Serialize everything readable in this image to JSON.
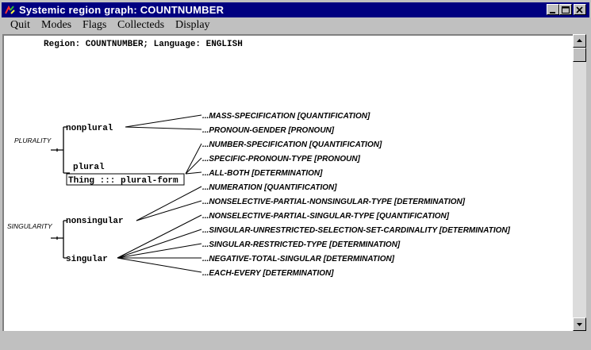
{
  "window": {
    "title": "Systemic region graph: COUNTNUMBER"
  },
  "menu": [
    "Quit",
    "Modes",
    "Flags",
    "Collecteds",
    "Display"
  ],
  "header": {
    "text": "Region: COUNTNUMBER; Language: ENGLISH"
  },
  "systems": {
    "plurality": {
      "name": "PLURALITY",
      "features": {
        "nonplural": "nonplural",
        "plural": "plural"
      },
      "realization": "Thing ::: plural-form"
    },
    "singularity": {
      "name": "SINGULARITY",
      "features": {
        "nonsingular": "nonsingular",
        "singular": "singular"
      }
    }
  },
  "targets": [
    "...MASS-SPECIFICATION [QUANTIFICATION]",
    "...PRONOUN-GENDER [PRONOUN]",
    "...NUMBER-SPECIFICATION [QUANTIFICATION]",
    "...SPECIFIC-PRONOUN-TYPE [PRONOUN]",
    "...ALL-BOTH [DETERMINATION]",
    "...NUMERATION [QUANTIFICATION]",
    "...NONSELECTIVE-PARTIAL-NONSINGULAR-TYPE [DETERMINATION]",
    "...NONSELECTIVE-PARTIAL-SINGULAR-TYPE [QUANTIFICATION]",
    "...SINGULAR-UNRESTRICTED-SELECTION-SET-CARDINALITY [DETERMINATION]",
    "...SINGULAR-RESTRICTED-TYPE [DETERMINATION]",
    "...NEGATIVE-TOTAL-SINGULAR [DETERMINATION]",
    "...EACH-EVERY [DETERMINATION]"
  ],
  "icons": {
    "app": "app-icon",
    "minimize": "minimize-icon",
    "maximize": "maximize-icon",
    "close": "close-icon",
    "scroll_up": "scroll-up-icon",
    "scroll_down": "scroll-down-icon"
  },
  "colors": {
    "titlebar": "#000080",
    "chrome": "#c0c0c0",
    "canvas": "#ffffff"
  }
}
